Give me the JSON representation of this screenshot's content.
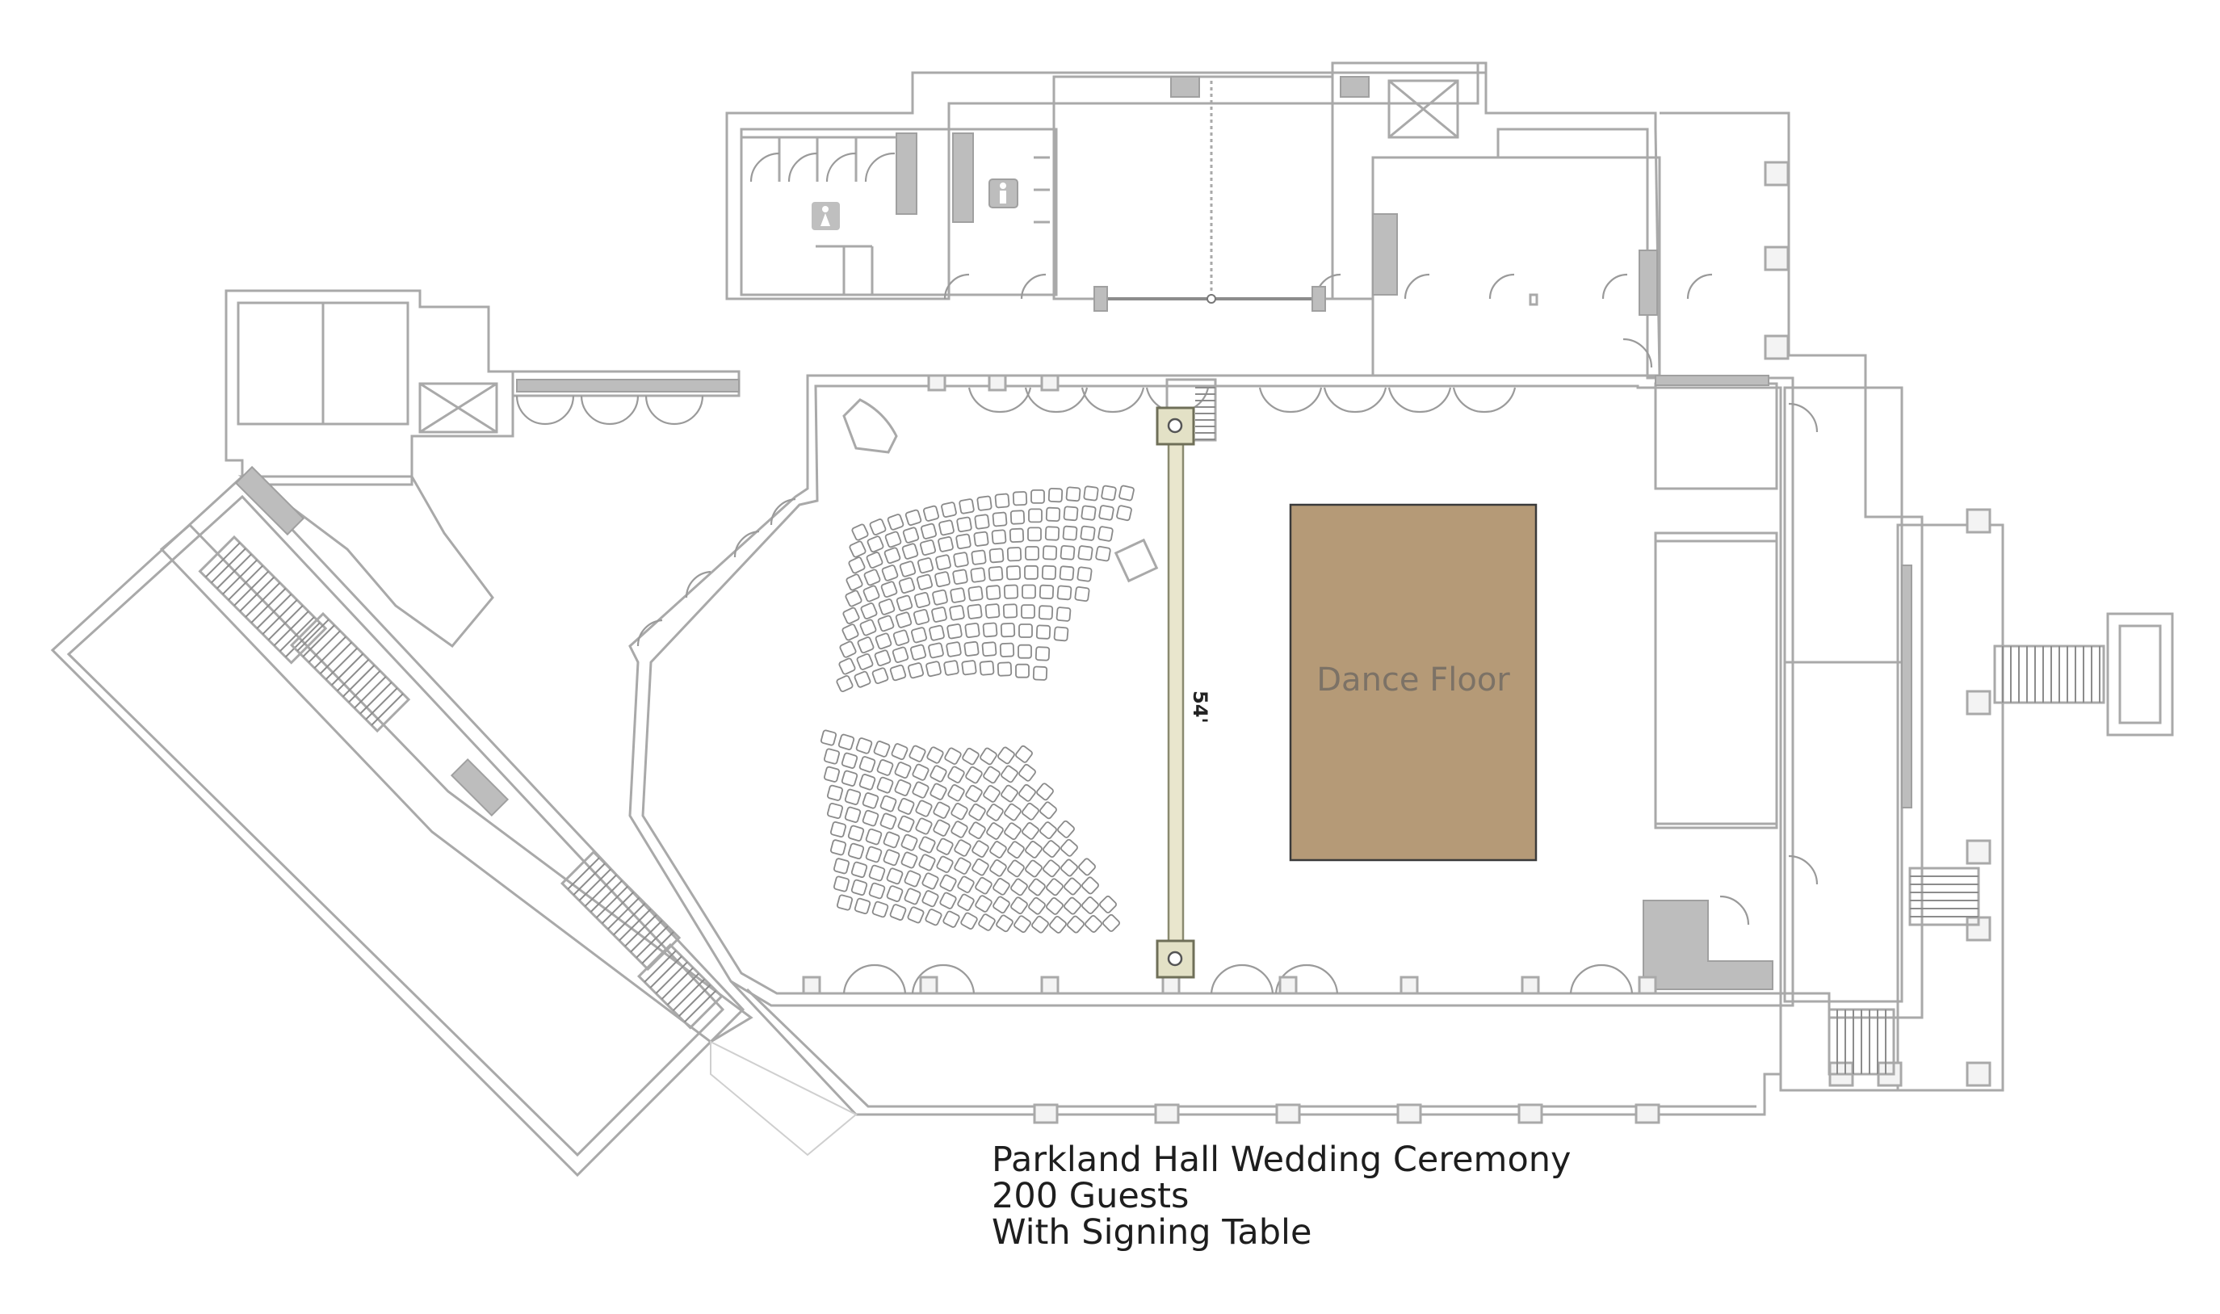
{
  "plan": {
    "dance_floor_label": "Dance Floor",
    "dimension_label": "54'",
    "caption": {
      "line1": "Parkland Hall Wedding Ceremony",
      "line2": "200 Guests",
      "line3": "With Signing Table"
    }
  },
  "seating": {
    "guests": 200,
    "upper_rows": [
      16,
      16,
      15,
      15,
      14,
      14,
      13,
      13,
      12,
      12
    ],
    "lower_rows": [
      12,
      12,
      13,
      13,
      14,
      14,
      15,
      15,
      16,
      16
    ],
    "chair_color": "#ffffff"
  },
  "colors": {
    "dance_floor": "#b59a77",
    "walls": "#a9a9a9",
    "aisle": "#e9e6cd"
  },
  "icons": [
    "restroom-women-icon",
    "restroom-men-icon",
    "elevator-icon",
    "piano-icon",
    "signing-table-icon"
  ]
}
